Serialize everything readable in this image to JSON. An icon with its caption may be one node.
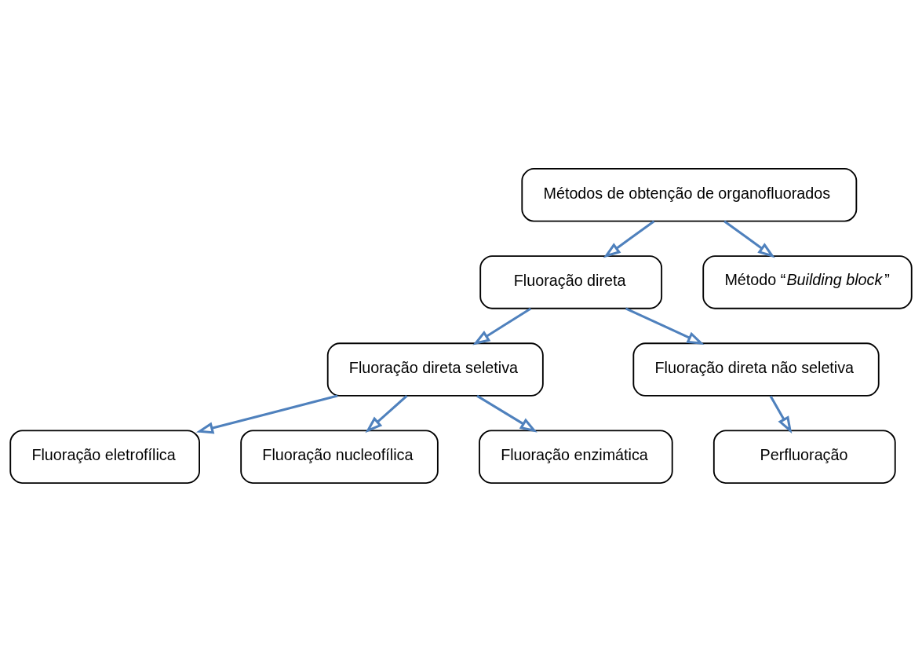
{
  "diagram": {
    "nodes": [
      {
        "text": [
          "Métodos de obtenção de organofluorados"
        ]
      },
      {
        "text": [
          "Fluoração direta"
        ]
      },
      {
        "text": [
          "Método “*Building block*”"
        ]
      },
      {
        "text": [
          "Fluoração direta seletiva"
        ]
      },
      {
        "text": [
          "Fluoração direta não seletiva"
        ]
      },
      {
        "text": [
          "Perfluoração"
        ]
      },
      {
        "text": [
          "Fluoração eletrofílica"
        ]
      },
      {
        "text": [
          "Fluoração nucleofílica"
        ]
      },
      {
        "text": [
          "Fluoração enzimática"
        ]
      }
    ],
    "edges": [
      {
        "from": 0,
        "to": 1,
        "arrow": "to"
      },
      {
        "from": 0,
        "to": 2,
        "arrow": "to"
      },
      {
        "from": 1,
        "to": 3,
        "arrow": "to"
      },
      {
        "from": 1,
        "to": 4,
        "arrow": "to"
      },
      {
        "from": 4,
        "to": 5,
        "arrow": "to"
      },
      {
        "from": 3,
        "to": 6,
        "arrow": "to"
      },
      {
        "from": 3,
        "to": 7,
        "arrow": "to"
      },
      {
        "from": 3,
        "to": 8,
        "arrow": "to"
      }
    ]
  }
}
